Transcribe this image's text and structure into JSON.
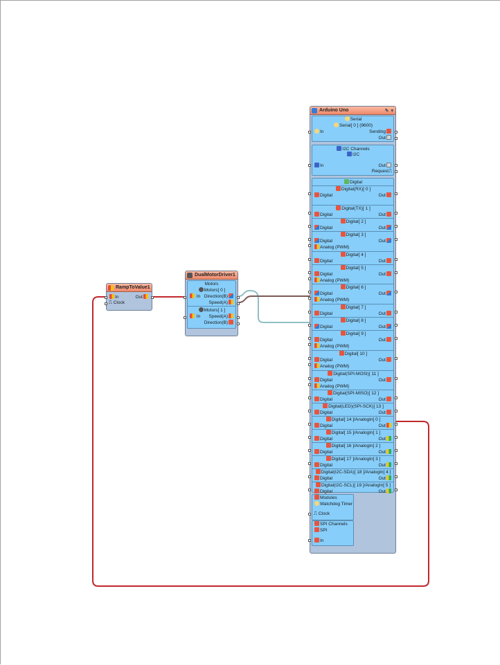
{
  "ramp": {
    "title": "RampToValue1",
    "pins": {
      "in": "In",
      "clock": "Clock",
      "out": "Out"
    }
  },
  "dmd": {
    "title": "DualMotorDriver1",
    "section": "Motors",
    "motors": [
      {
        "title": "Motors[ 0 ]",
        "in": "In",
        "out1": "Direction(B)",
        "out2": "Speed(A)"
      },
      {
        "title": "Motors[ 1 ]",
        "in": "In",
        "out1": "Speed(A)",
        "out2": "Direction(B)"
      }
    ]
  },
  "uno": {
    "title": "Arduino Uno",
    "serial": {
      "section": "Serial",
      "item": "Serial[ 0 ] (9600)",
      "in": "In",
      "sending": "Sending",
      "out": "Out"
    },
    "i2c": {
      "section": "I2C Channels",
      "item": "I2C",
      "in": "In",
      "out": "Out",
      "request": "Request"
    },
    "digital_section": "Digital",
    "digital": [
      {
        "title": "Digital(RX)[ 0 ]",
        "in": "Digital",
        "out": "Out",
        "pwm": null
      },
      {
        "title": "Digital(TX)[ 1 ]",
        "in": "Digital",
        "out": "Out",
        "pwm": null
      },
      {
        "title": "Digital[ 2 ]",
        "in": "Digital",
        "out": "Out",
        "pwm": null
      },
      {
        "title": "Digital[ 3 ]",
        "in": "Digital",
        "out": "Out",
        "pwm": "Analog (PWM)"
      },
      {
        "title": "Digital[ 4 ]",
        "in": "Digital",
        "out": "Out",
        "pwm": null
      },
      {
        "title": "Digital[ 5 ]",
        "in": "Digital",
        "out": "Out",
        "pwm": "Analog (PWM)"
      },
      {
        "title": "Digital[ 6 ]",
        "in": "Digital",
        "out": "Out",
        "pwm": "Analog (PWM)"
      },
      {
        "title": "Digital[ 7 ]",
        "in": "Digital",
        "out": "Out",
        "pwm": null
      },
      {
        "title": "Digital[ 8 ]",
        "in": "Digital",
        "out": "Out",
        "pwm": null
      },
      {
        "title": "Digital[ 9 ]",
        "in": "Digital",
        "out": "Out",
        "pwm": "Analog (PWM)"
      },
      {
        "title": "Digital[ 10 ]",
        "in": "Digital",
        "out": "Out",
        "pwm": "Analog (PWM)"
      },
      {
        "title": "Digital(SPI-MOSI)[ 11 ]",
        "in": "Digital",
        "out": "Out",
        "pwm": "Analog (PWM)"
      },
      {
        "title": "Digital(SPI-MISO)[ 12 ]",
        "in": "Digital",
        "out": "Out",
        "pwm": null
      },
      {
        "title": "Digital(LED)(SPI-SCK)[ 13 ]",
        "in": "Digital",
        "out": "Out",
        "pwm": null
      },
      {
        "title": "Digital[ 14 ]/AnalogIn[ 0 ]",
        "in": "Digital",
        "out": "Out",
        "pwm": null
      },
      {
        "title": "Digital[ 15 ]/AnalogIn[ 1 ]",
        "in": "Digital",
        "out": "Out",
        "pwm": null
      },
      {
        "title": "Digital[ 16 ]/AnalogIn[ 2 ]",
        "in": "Digital",
        "out": "Out",
        "pwm": null
      },
      {
        "title": "Digital[ 17 ]/AnalogIn[ 3 ]",
        "in": "Digital",
        "out": "Out",
        "pwm": null
      },
      {
        "title": "Digital(I2C-SDA)[ 18 ]/AnalogIn[ 4 ]",
        "in": "Digital",
        "out": "Out",
        "pwm": null
      },
      {
        "title": "Digital(I2C-SCL)[ 19 ]/AnalogIn[ 5 ]",
        "in": "Digital",
        "out": "Out",
        "pwm": null
      }
    ],
    "modules": {
      "section": "Modules",
      "item": "Watchdog Timer",
      "clock": "Clock"
    },
    "spi": {
      "section": "SPI Channels",
      "item": "SPI",
      "in": "In"
    }
  },
  "colors": {
    "wire_red": "#c0272d",
    "wire_brown": "#7a5a55",
    "wire_teal": "#8fbfc4",
    "section_blue": "#87cefa",
    "component_bg": "#b0c4de",
    "header": "#f08a6c"
  }
}
